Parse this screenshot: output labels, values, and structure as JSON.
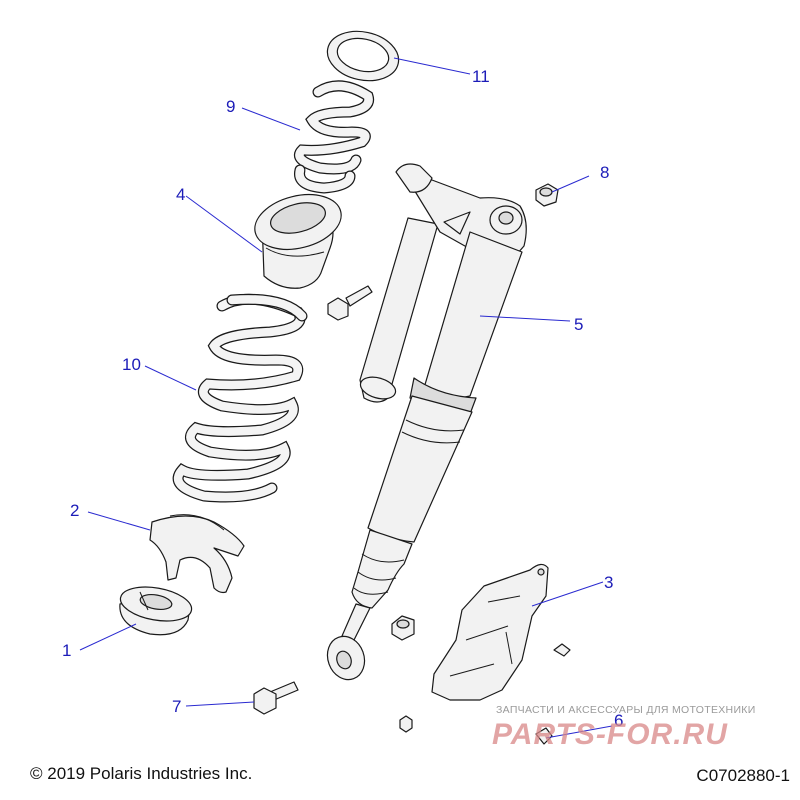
{
  "callouts": [
    {
      "num": "1"
    },
    {
      "num": "2"
    },
    {
      "num": "3"
    },
    {
      "num": "4"
    },
    {
      "num": "5"
    },
    {
      "num": "6"
    },
    {
      "num": "7"
    },
    {
      "num": "8"
    },
    {
      "num": "9"
    },
    {
      "num": "10"
    },
    {
      "num": "11"
    }
  ],
  "footer": {
    "copyright": "© 2019 Polaris Industries Inc.",
    "figure_code": "C0702880-1"
  },
  "watermark": {
    "tagline": "ЗАПЧАСТИ И АКСЕССУАРЫ ДЛЯ МОТОТЕХНИКИ",
    "logo": "PARTS-FOR.RU"
  },
  "colors": {
    "callout_blue": "#1c1cb8",
    "line_art": "#1a1a1a",
    "watermark_red": "#d98888"
  }
}
